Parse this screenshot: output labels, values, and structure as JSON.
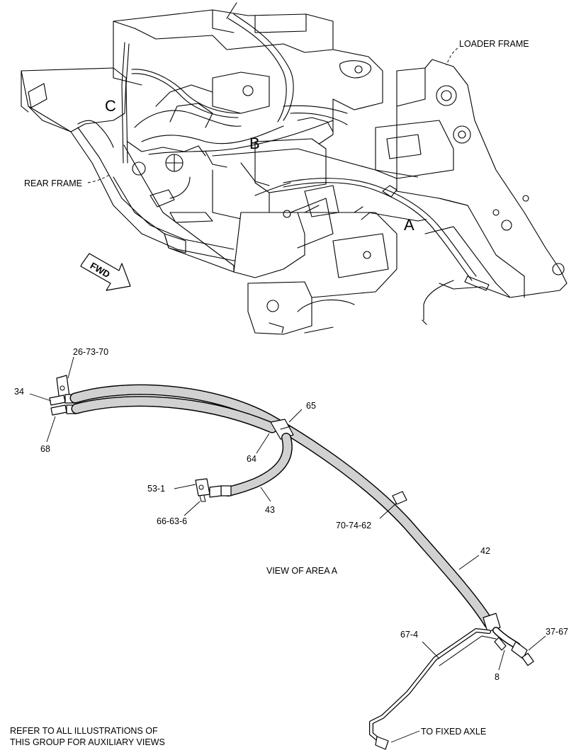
{
  "frame_labels": {
    "loader_frame": "LOADER FRAME",
    "rear_frame": "REAR FRAME",
    "fwd": "FWD"
  },
  "areas": {
    "a": "A",
    "b": "B",
    "c": "C"
  },
  "callouts": {
    "c1": "26-73-70",
    "c2": "34",
    "c3": "68",
    "c4": "65",
    "c5": "64",
    "c6": "53-1",
    "c7": "66-63-6",
    "c8": "43",
    "c9": "70-74-62",
    "c10": "42",
    "c11": "67-4",
    "c12": "37-67",
    "c13": "8",
    "c14": "TO FIXED AXLE"
  },
  "view_title": "VIEW OF AREA A",
  "note": {
    "line1": "REFER TO ALL ILLUSTRATIONS OF",
    "line2": "THIS GROUP FOR AUXILIARY VIEWS"
  }
}
